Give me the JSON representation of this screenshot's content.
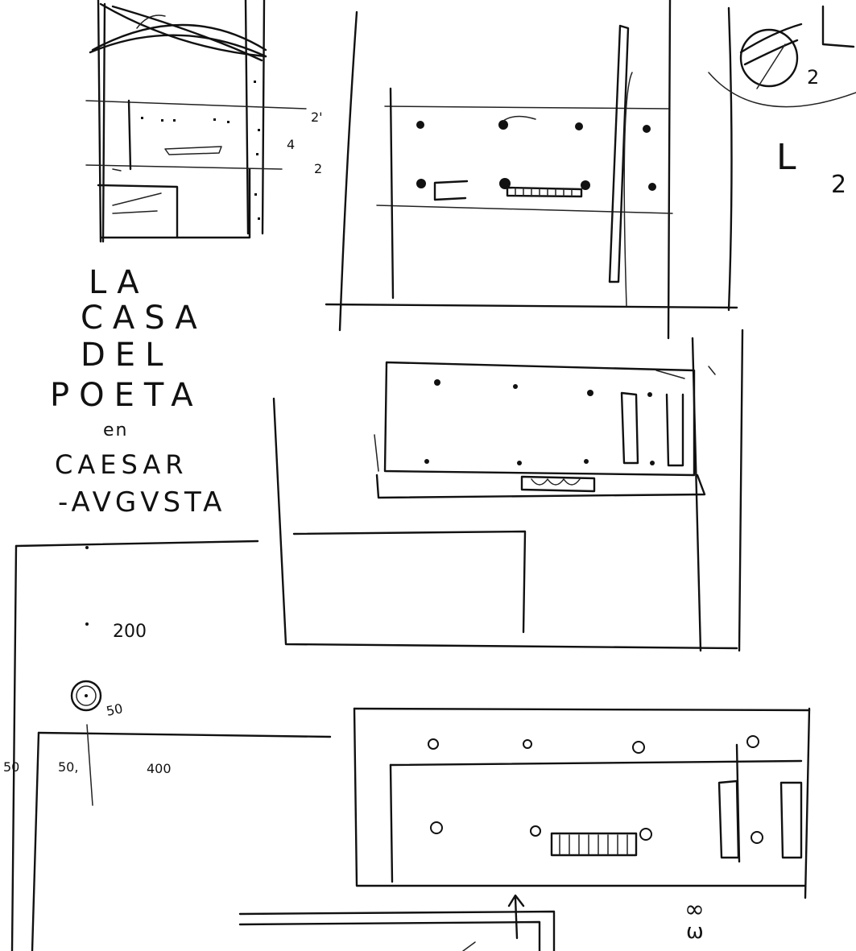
{
  "title": {
    "lines": [
      "LA",
      "CASA",
      "DEL",
      "POETA",
      "en",
      "CAESAR",
      "-AVGVSTA"
    ]
  },
  "annotations": {
    "dim_200": "200",
    "dim_50_circle": "50",
    "dim_50_left": "50",
    "dim_50_mid": "50,",
    "dim_400": "400",
    "section_mark_1": "2'",
    "section_mark_2": "4",
    "section_mark_3": "2",
    "level_mark_top": "L",
    "level_mark_top_sub": "2",
    "level_mark_right": "L",
    "level_mark_right_sub": "2",
    "infinity_mark": "∞",
    "bottom_mark": "ω"
  }
}
